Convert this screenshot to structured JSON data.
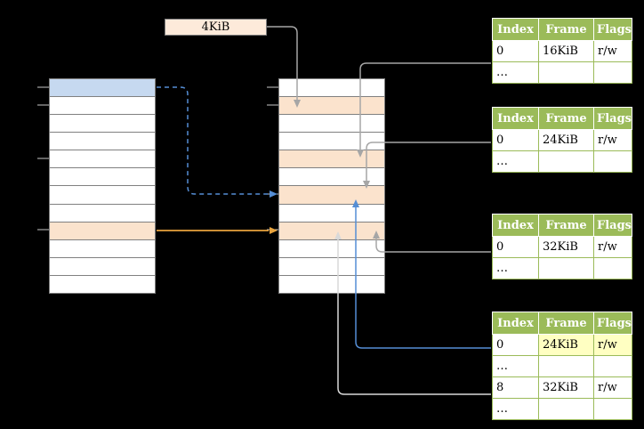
{
  "page_size_box": {
    "label": "4KiB"
  },
  "left_memory_column": {
    "row_count": 12,
    "blue_rows": [
      0
    ],
    "peach_rows": [
      8
    ]
  },
  "middle_memory_column": {
    "row_count": 12,
    "blue_rows": [],
    "peach_rows": [
      1,
      4,
      6,
      8
    ]
  },
  "page_tables": [
    {
      "name": "page-table-1",
      "columns": [
        "Index",
        "Frame",
        "Flags"
      ],
      "rows": [
        {
          "cells": [
            "0",
            "16KiB",
            "r/w"
          ],
          "highlight": [
            false,
            false,
            false
          ]
        },
        {
          "cells": [
            "…",
            "",
            ""
          ],
          "highlight": [
            false,
            false,
            false
          ]
        }
      ]
    },
    {
      "name": "page-table-2",
      "columns": [
        "Index",
        "Frame",
        "Flags"
      ],
      "rows": [
        {
          "cells": [
            "0",
            "24KiB",
            "r/w"
          ],
          "highlight": [
            false,
            false,
            false
          ]
        },
        {
          "cells": [
            "…",
            "",
            ""
          ],
          "highlight": [
            false,
            false,
            false
          ]
        }
      ]
    },
    {
      "name": "page-table-3",
      "columns": [
        "Index",
        "Frame",
        "Flags"
      ],
      "rows": [
        {
          "cells": [
            "0",
            "32KiB",
            "r/w"
          ],
          "highlight": [
            false,
            false,
            false
          ]
        },
        {
          "cells": [
            "…",
            "",
            ""
          ],
          "highlight": [
            false,
            false,
            false
          ]
        }
      ]
    },
    {
      "name": "page-table-4",
      "columns": [
        "Index",
        "Frame",
        "Flags"
      ],
      "rows": [
        {
          "cells": [
            "0",
            "24KiB",
            "r/w"
          ],
          "highlight": [
            false,
            true,
            true
          ]
        },
        {
          "cells": [
            "…",
            "",
            ""
          ],
          "highlight": [
            false,
            false,
            false
          ]
        },
        {
          "cells": [
            "8",
            "32KiB",
            "r/w"
          ],
          "highlight": [
            false,
            false,
            false
          ]
        },
        {
          "cells": [
            "…",
            "",
            ""
          ],
          "highlight": [
            false,
            false,
            false
          ]
        }
      ]
    }
  ],
  "colors": {
    "table_header_green": "#9bbb59",
    "memory_row_blue": "#c6d9f0",
    "memory_row_peach": "#fbe3cd",
    "page_size_box_fill": "#fdeada",
    "cell_highlight_yellow": "#ffffc2",
    "arrow_gray": "#a6a6a6",
    "arrow_light": "#d9d9d9",
    "arrow_blue": "#558ed5",
    "arrow_orange": "#e8a33d"
  }
}
